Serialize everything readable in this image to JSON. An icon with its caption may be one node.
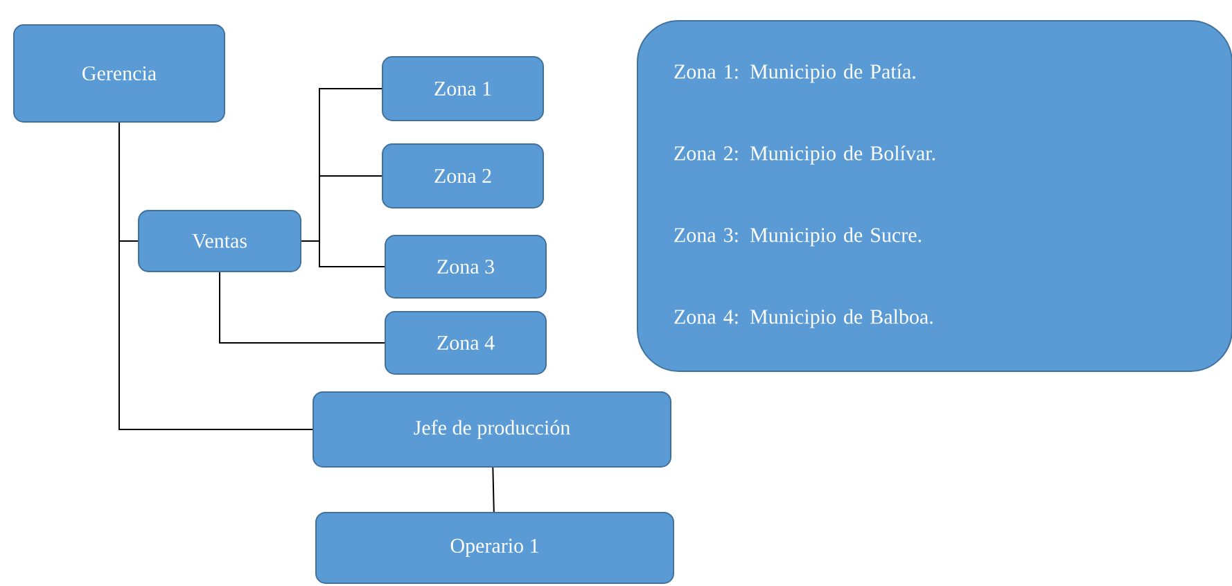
{
  "diagram": {
    "nodes": [
      {
        "text": [
          "Gerencia"
        ]
      },
      {
        "text": [
          "Ventas"
        ]
      },
      {
        "text": [
          "Zona 1"
        ]
      },
      {
        "text": [
          "Zona 2"
        ]
      },
      {
        "text": [
          "Zona 3"
        ]
      },
      {
        "text": [
          "Zona 4"
        ]
      },
      {
        "text": [
          "Jefe de producción"
        ]
      },
      {
        "text": [
          "Operario 1"
        ]
      },
      {
        "text": [
          "Zona 1: Municipio de Patía.",
          "Zona 2: Municipio de Bolívar.",
          "Zona 3: Municipio de Sucre.",
          "Zona 4: Municipio de Balboa."
        ]
      }
    ],
    "edges": [
      {
        "from": 0,
        "to": 1,
        "arrow": "none"
      },
      {
        "from": 0,
        "to": 6,
        "arrow": "none"
      },
      {
        "from": 1,
        "to": 2,
        "arrow": "none"
      },
      {
        "from": 1,
        "to": 3,
        "arrow": "none"
      },
      {
        "from": 1,
        "to": 4,
        "arrow": "none"
      },
      {
        "from": 1,
        "to": 5,
        "arrow": "none"
      },
      {
        "from": 6,
        "to": 7,
        "arrow": "none"
      }
    ]
  }
}
